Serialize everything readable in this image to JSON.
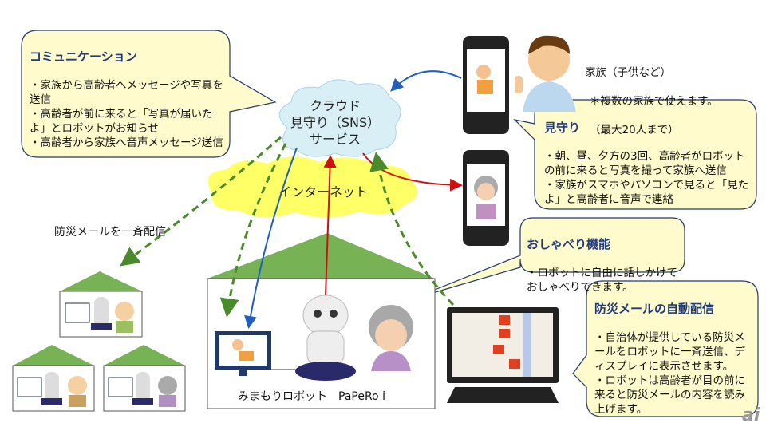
{
  "communication": {
    "title": "コミュニケーション",
    "body": "・家族から高齢者へメッセージや写真を送信\n・高齢者が前に来ると「写真が届いたよ」とロボットがお知らせ\n・高齢者から家族へ音声メッセージ送信"
  },
  "cloud": {
    "line1": "クラウド",
    "line2": "見守り（SNS）",
    "line3": "サービス"
  },
  "internet": "インターネット",
  "family": {
    "line1": "家族（子供など）",
    "line2": "＊複数の家族で使えます。",
    "line3": "（最大20人まで）"
  },
  "mimamori": {
    "title": "見守り",
    "body": "・朝、昼、夕方の3回、高齢者がロボットの前に来ると写真を撮って家族へ送信\n・家族がスマホやパソコンで見ると「見たよ」と高齢者に音声で連絡"
  },
  "oshaberi": {
    "title": "おしゃべり機能",
    "body": "・ロボットに自由に話しかけておしゃべりできます。"
  },
  "bousai": {
    "title": "防災メールの自動配信",
    "body": "・自治体が提供している防災メールをロボットに一斉送信、ディスプレイに表示させます。\n・ロボットは高齢者が目の前に来ると防災メールの内容を読み上げます。"
  },
  "broadcast_label": "防災メールを一斉配信",
  "robot_label": "みまもりロボット　PaPeRo i",
  "logo": "ai",
  "colors": {
    "bubble": "#fffbcc",
    "bubble_border": "#1f3a6a",
    "cloud": "#d9eff6",
    "internet": "#ffff66",
    "roof": "#77b255",
    "blue_arrow": "#1f5fc0",
    "red_arrow": "#d01010",
    "green_arrow": "#4a8a2a"
  }
}
